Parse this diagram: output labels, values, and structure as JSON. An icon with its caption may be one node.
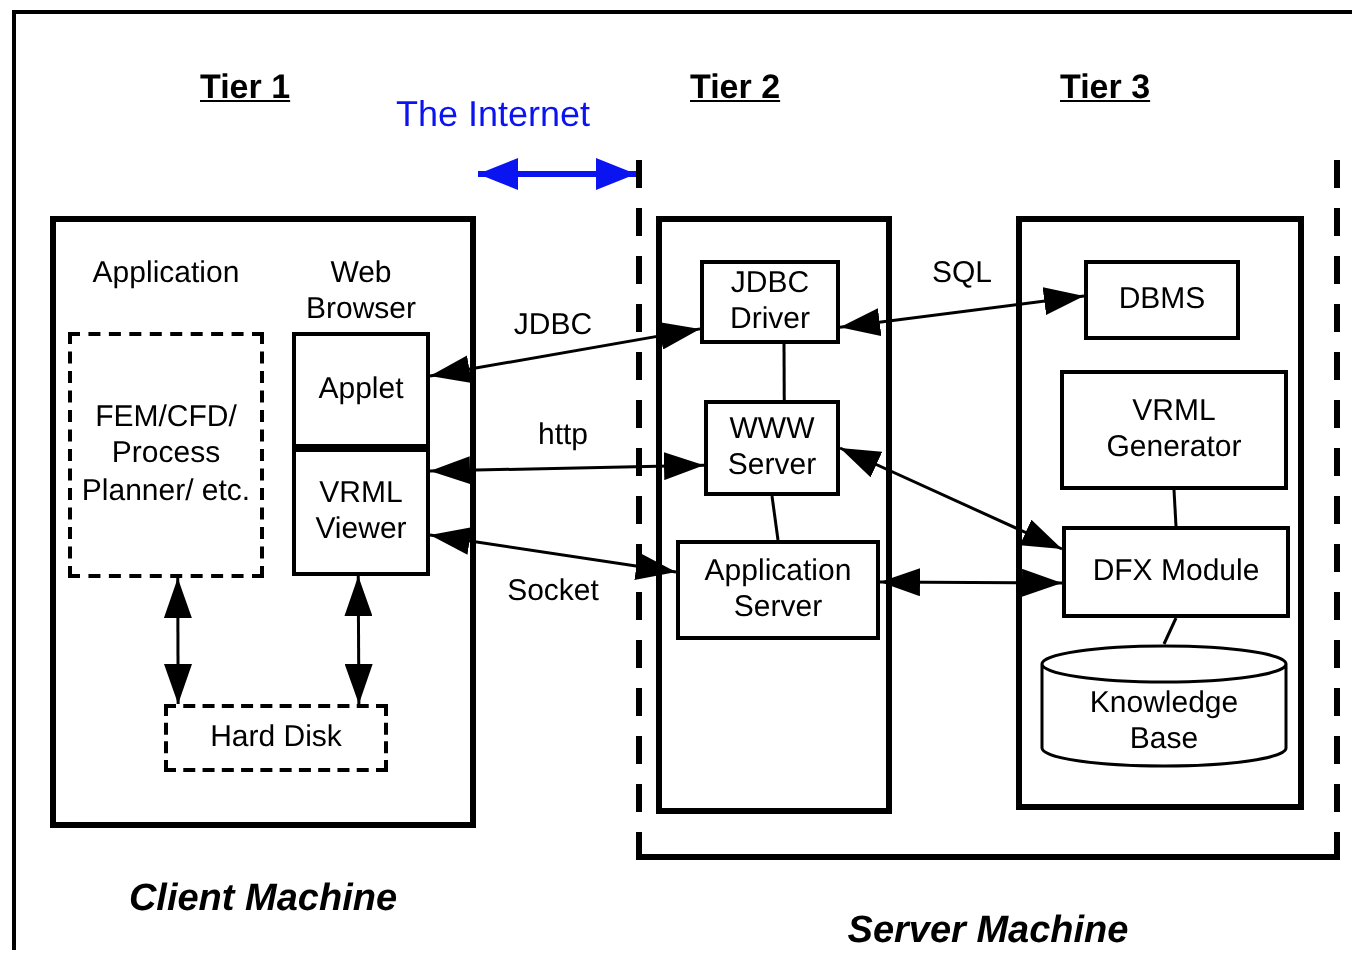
{
  "diagram": {
    "nodes": [
      {
        "text": [
          "Client Machine"
        ]
      },
      {
        "text": [
          "Application",
          "FEM/CFD/ Process Planner/ etc."
        ],
        "in": 0
      },
      {
        "text": [
          "Web Browser"
        ],
        "in": 0
      },
      {
        "text": [
          "Applet"
        ],
        "in": 2
      },
      {
        "text": [
          "VRML Viewer"
        ],
        "in": 2
      },
      {
        "text": [
          "Hard Disk"
        ],
        "in": 0
      },
      {
        "text": [
          "Server Machine"
        ]
      },
      {
        "text": [],
        "shape": "box",
        "in": 6
      },
      {
        "text": [
          "JDBC Driver"
        ],
        "in": 7
      },
      {
        "text": [
          "WWW Server"
        ],
        "in": 7
      },
      {
        "text": [
          "Application Server"
        ],
        "in": 7
      },
      {
        "text": [],
        "shape": "box",
        "in": 6
      },
      {
        "text": [
          "DBMS"
        ],
        "in": 11
      },
      {
        "text": [
          "VRML Generator"
        ],
        "in": 11
      },
      {
        "text": [
          "DFX Module"
        ],
        "in": 11
      },
      {
        "text": [
          "Knowledge Base"
        ],
        "in": 11
      }
    ],
    "edges": [
      {
        "from": 3,
        "to": 8,
        "arrow": "both",
        "label": "JDBC"
      },
      {
        "from": 4,
        "to": 9,
        "arrow": "both",
        "label": "http"
      },
      {
        "from": 4,
        "to": 10,
        "arrow": "both",
        "label": "Socket"
      },
      {
        "from": 1,
        "to": 5,
        "arrow": "both"
      },
      {
        "from": 4,
        "to": 5,
        "arrow": "both"
      },
      {
        "from": 8,
        "to": 12,
        "arrow": "both",
        "label": "SQL"
      },
      {
        "from": 8,
        "to": 9,
        "arrow": "none"
      },
      {
        "from": 9,
        "to": 10,
        "arrow": "none"
      },
      {
        "from": 9,
        "to": 14,
        "arrow": "both"
      },
      {
        "from": 10,
        "to": 14,
        "arrow": "both"
      },
      {
        "from": 13,
        "to": 14,
        "arrow": "none"
      },
      {
        "from": 14,
        "to": 15,
        "arrow": "none"
      },
      {
        "from": 0,
        "to": 6,
        "arrow": "both",
        "style": "thick",
        "color": "#0a14f0"
      }
    ],
    "labels": [
      "Tier 1",
      "The Internet",
      "Tier 2",
      "Tier 3"
    ]
  }
}
